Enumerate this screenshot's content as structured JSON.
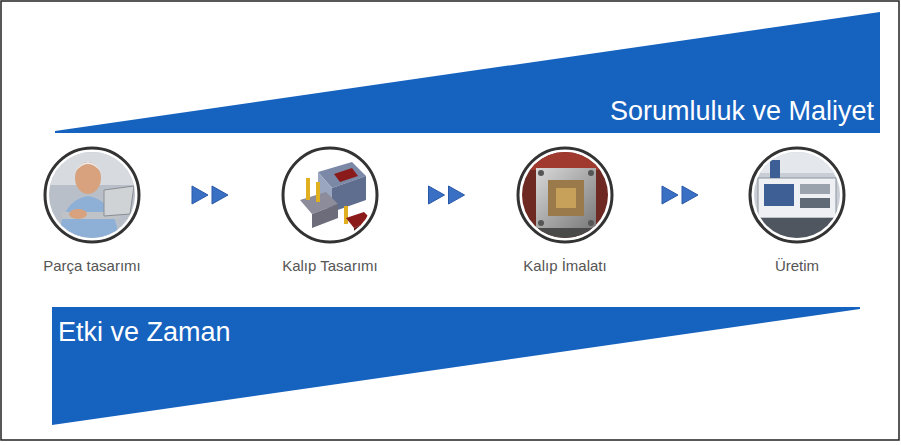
{
  "diagram": {
    "nodes": [
      {
        "text": [
          "Sorumluluk ve Maliyet"
        ]
      },
      {
        "text": [
          "Parça tasarımı"
        ]
      },
      {
        "text": [
          "Kalıp Tasarımı"
        ]
      },
      {
        "text": [
          "Kalıp İmalatı"
        ]
      },
      {
        "text": [
          "Üretim"
        ]
      },
      {
        "text": [
          "Etki ve Zaman"
        ]
      }
    ],
    "edges": [
      {
        "from": 1,
        "to": 2,
        "arrow": "to"
      },
      {
        "from": 2,
        "to": 3,
        "arrow": "to"
      },
      {
        "from": 3,
        "to": 4,
        "arrow": "to"
      }
    ]
  }
}
